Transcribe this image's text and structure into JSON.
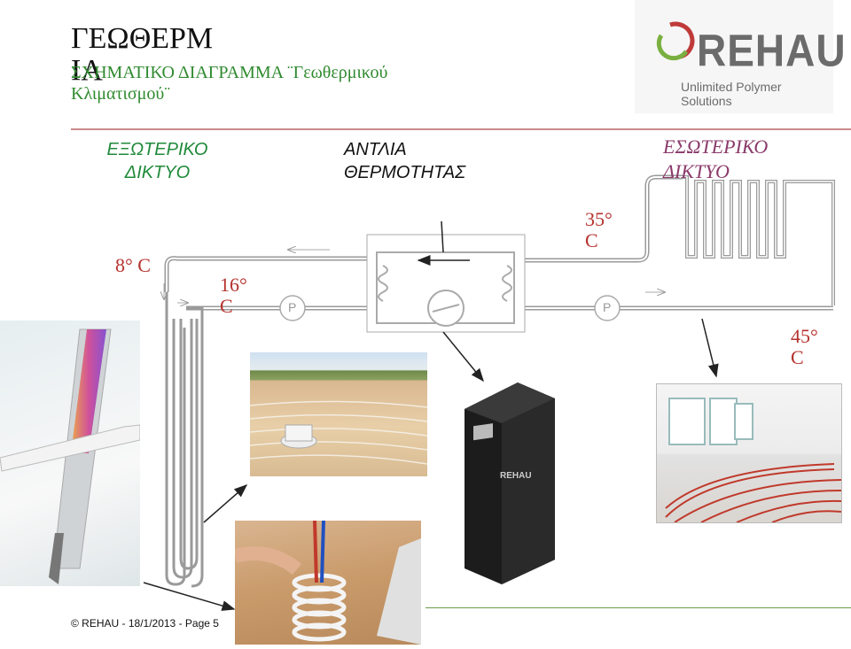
{
  "header": {
    "title": "ΓΕΩΘΕΡΜΙΑ",
    "subtitle": "ΣΧΗΜΑΤΙΚΟ ΔΙΑΓΡΑΜΜΑ ¨Γεωθερμικού Κλιματισμού¨"
  },
  "logo": {
    "brand": "REHAU",
    "tagline": "Unlimited Polymer Solutions"
  },
  "labels": {
    "external_network": "ΕΞΩΤΕΡΙΚΟ ΔΙΚΤΥΟ",
    "heat_pump": "ΑΝΤΛΙΑ ΘΕΡΜΟΤΗΤΑΣ",
    "internal_network": "ΕΣΩΤΕΡΙΚΟ ΔΙΚΤΥΟ",
    "pump_left": "P",
    "pump_right": "P",
    "unit_brand": "REHAU"
  },
  "temperatures": {
    "ground": "8° C",
    "return": "16° C",
    "supply": "35° C",
    "floor": "45° C"
  },
  "footer": {
    "text": "© REHAU - 18/1/2013 - Page 5"
  },
  "colors": {
    "title_green": "#2f8a2f",
    "label_green": "#1f8a3a",
    "internal_purple": "#8a3a6a",
    "temp_red": "#b5322d",
    "divider_red": "#c98a8a",
    "divider_green": "#6a9a4a",
    "pipe": "#9a9a9a"
  }
}
